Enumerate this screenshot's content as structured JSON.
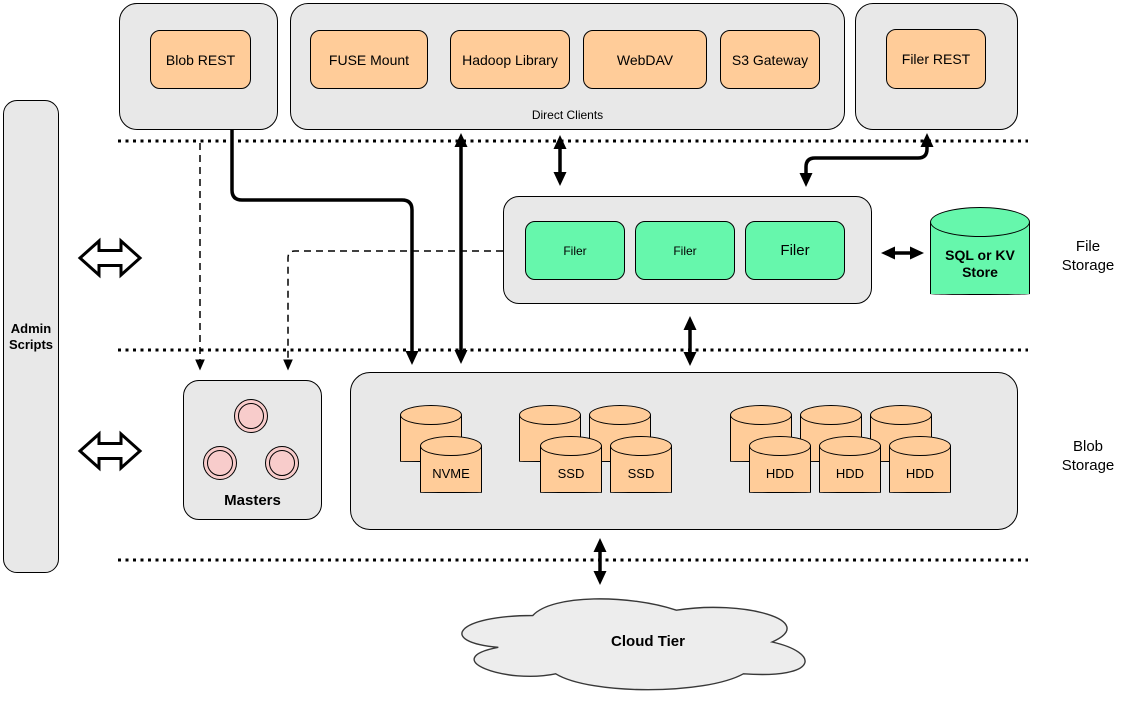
{
  "colors": {
    "group_fill": "#E8E8E8",
    "node_orange": "#FFCC99",
    "node_green": "#66F7AC",
    "circle_pink": "#F8CCCB",
    "cloud_fill": "#EDEDED",
    "line_color": "#000000"
  },
  "admin": {
    "label": "Admin Scripts"
  },
  "top": {
    "blob_rest": "Blob REST",
    "fuse_mount": "FUSE Mount",
    "hadoop_library": "Hadoop Library",
    "webdav": "WebDAV",
    "s3_gateway": "S3 Gateway",
    "direct_clients_label": "Direct Clients",
    "filer_rest": "Filer REST"
  },
  "file_storage": {
    "filers": [
      "Filer",
      "Filer",
      "Filer"
    ],
    "sql_kv_store": "SQL or KV Store",
    "section_label": "File Storage"
  },
  "blob_storage": {
    "masters_label": "Masters",
    "nvme": "NVME",
    "ssd": [
      "SSD",
      "SSD"
    ],
    "hdd": [
      "HDD",
      "HDD",
      "HDD"
    ],
    "section_label": "Blob Storage"
  },
  "cloud": {
    "label": "Cloud Tier"
  }
}
